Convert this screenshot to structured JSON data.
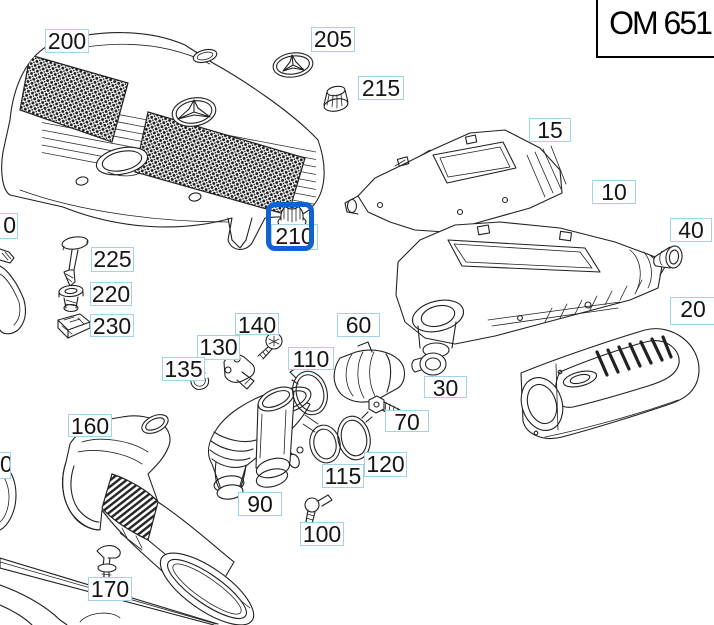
{
  "title": {
    "text": "OM 651"
  },
  "colors": {
    "background": "#ffffff",
    "callout_border": "#9fd4ec",
    "selection_highlight": "#1161cf",
    "line_art": "#222222"
  },
  "selected_part": {
    "id": "210"
  },
  "callouts": {
    "c200": {
      "label": "200"
    },
    "c205": {
      "label": "205"
    },
    "c215": {
      "label": "215"
    },
    "c15": {
      "label": "15"
    },
    "c10": {
      "label": "10"
    },
    "c40": {
      "label": "40"
    },
    "c20": {
      "label": "20"
    },
    "c225": {
      "label": "225"
    },
    "c220": {
      "label": "220"
    },
    "c230": {
      "label": "230"
    },
    "c210": {
      "label": "210"
    },
    "c140": {
      "label": "140"
    },
    "c130": {
      "label": "130"
    },
    "c135": {
      "label": "135"
    },
    "c110": {
      "label": "110"
    },
    "c60": {
      "label": "60"
    },
    "c160": {
      "label": "160"
    },
    "c115": {
      "label": "115"
    },
    "c90": {
      "label": "90"
    },
    "c100": {
      "label": "100"
    },
    "c170": {
      "label": "170"
    },
    "c30": {
      "label": "30"
    },
    "c70": {
      "label": "70"
    },
    "c120": {
      "label": "120"
    },
    "left_partial_top": {
      "label": "0"
    },
    "left_partial_bottom": {
      "label": "0"
    }
  }
}
